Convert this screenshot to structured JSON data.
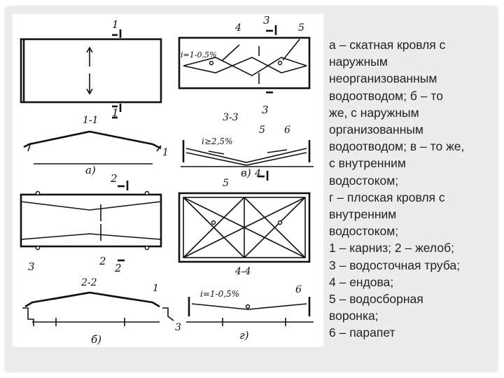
{
  "caption_lines": [
    "а – скатная кровля с",
    "наружным",
    "неорганизованным",
    "водоотводом; б – то",
    "же, с наружным",
    "организованным",
    "водоотводом; в – то же,",
    "с внутренним",
    "водостоком;",
    "г – плоская кровля с",
    "внутренним",
    "водостоком;",
    "1 – карниз; 2 – желоб;",
    "3 – водосточная труба;",
    "4 – ендова;",
    "5 – водосборная",
    "воронка;",
    "6 – парапет"
  ],
  "figure_labels": {
    "sec_1": "1",
    "sec_3": "3",
    "sec_2": "2",
    "sec_4": "4",
    "lbl_4": "4",
    "lbl_5": "5",
    "lbl_5b": "5",
    "lbl_5c": "5",
    "lbl_6": "6",
    "lbl_6b": "6",
    "lbl_1": "1",
    "lbl_1b": "1",
    "lbl_2": "2",
    "lbl_2b": "2",
    "lbl_3": "3",
    "lbl_3b": "3",
    "slope_a": "i=1-0,5%",
    "slope_b": "i≥2,5%",
    "slope_c": "i=1-0,5%",
    "cut_11": "1-1",
    "cut_33": "3-3",
    "cut_22": "2-2",
    "cut_44": "4-4",
    "view_a": "а)",
    "view_b": "б)",
    "view_v": "в)",
    "view_g": "г)"
  }
}
